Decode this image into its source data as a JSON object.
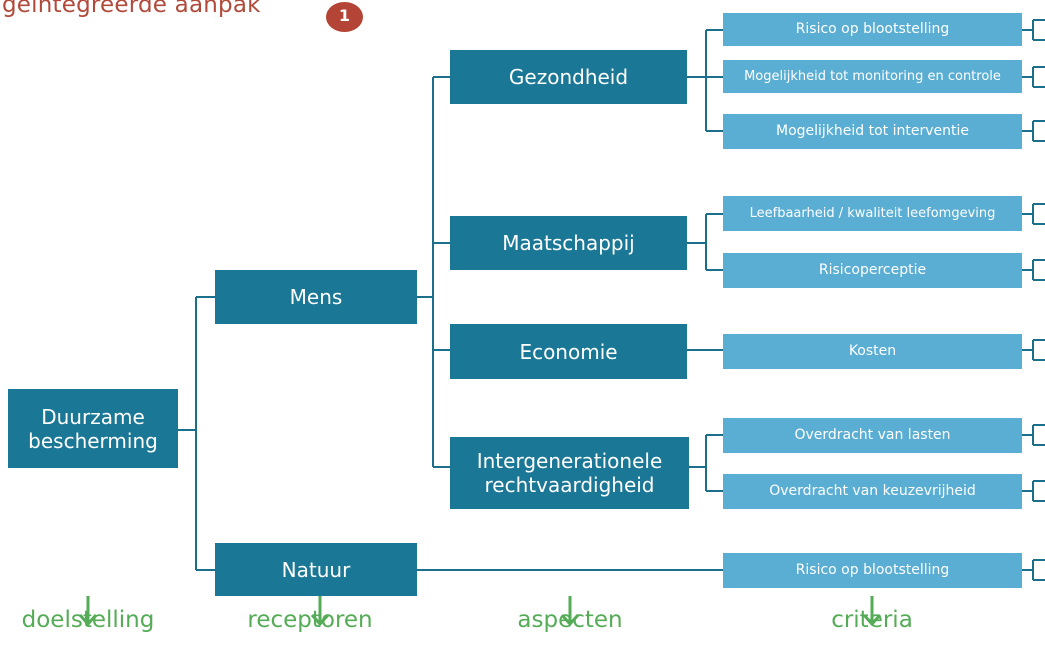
{
  "header": {
    "title": "geïntegreerde aanpak",
    "badge": "1"
  },
  "tree": {
    "goal": "Duurzame\nbescherming",
    "receptors": {
      "mens": "Mens",
      "natuur": "Natuur"
    },
    "aspects": {
      "gezondheid": "Gezondheid",
      "maatschappij": "Maatschappij",
      "economie": "Economie",
      "intergenerationele": "Intergenerationele\nrechtvaardigheid"
    },
    "criteria": {
      "risico_blootstelling": "Risico op blootstelling",
      "monitoring": "Mogelijkheid tot monitoring en controle",
      "interventie": "Mogelijkheid tot interventie",
      "leefbaarheid": "Leefbaarheid / kwaliteit leefomgeving",
      "risicoperceptie": "Risicoperceptie",
      "kosten": "Kosten",
      "overdracht_lasten": "Overdracht van lasten",
      "overdracht_keuzevrijheid": "Overdracht van keuzevrijheid",
      "natuur_risico": "Risico op blootstelling"
    }
  },
  "footer": {
    "doelstelling": "doelstelling",
    "receptoren": "receptoren",
    "aspecten": "aspecten",
    "criteria": "criteria"
  },
  "colors": {
    "dark_box": "#1b7796",
    "light_box": "#5aaed3",
    "connector": "#1b6f8a",
    "heading": "#b24a3b",
    "badge": "#b44435",
    "footer": "#55ac57"
  }
}
